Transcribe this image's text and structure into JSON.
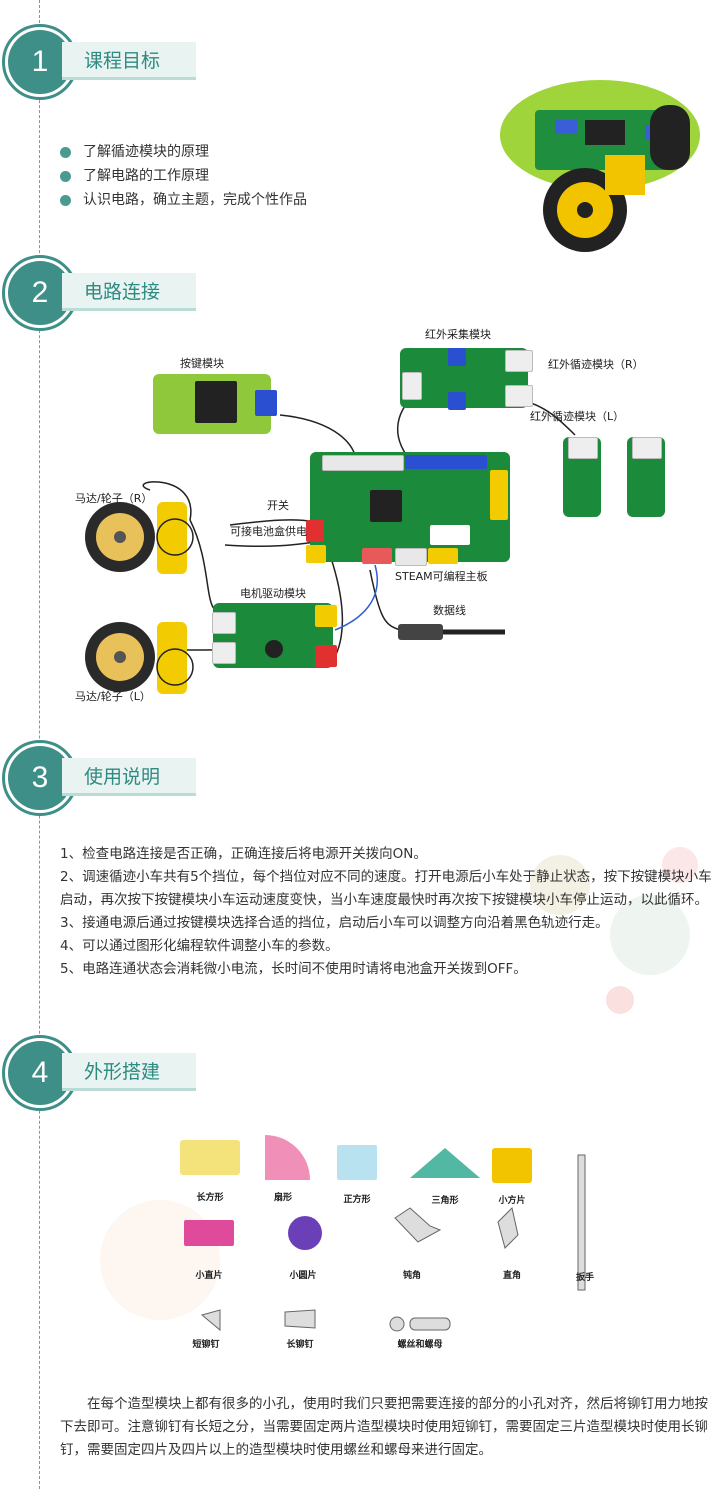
{
  "sections": [
    {
      "number": "1",
      "title": "课程目标"
    },
    {
      "number": "2",
      "title": "电路连接"
    },
    {
      "number": "3",
      "title": "使用说明"
    },
    {
      "number": "4",
      "title": "外形搭建"
    }
  ],
  "goals": [
    "了解循迹模块的原理",
    "了解电路的工作原理",
    "认识电路，确立主题，完成个性作品"
  ],
  "circuit_labels": {
    "ir_module": "红外采集模块",
    "ir_right": "红外循迹模块（R）",
    "ir_left": "红外循迹模块（L）",
    "key_module": "按键模块",
    "motor_right": "马达/轮子（R）",
    "switch": "开关",
    "battery": "可接电池盒供电",
    "mainboard": "STEAM可编程主板",
    "motor_driver": "电机驱动模块",
    "data_cable": "数据线",
    "motor_left": "马达/轮子（L）",
    "key_glyph": "按键模块"
  },
  "instructions": [
    "1、检查电路连接是否正确，正确连接后将电源开关拨向ON。",
    "2、调速循迹小车共有5个挡位，每个挡位对应不同的速度。打开电源后小车处于静止状态，按下按键模块小车启动，再次按下按键模块小车运动速度变快，当小车速度最快时再次按下按键模块小车停止运动，以此循环。",
    "3、接通电源后通过按键模块选择合适的挡位，启动后小车可以调整方向沿着黑色轨迹行走。",
    "4、可以通过图形化编程软件调整小车的参数。",
    "5、电路连通状态会消耗微小电流，长时间不使用时请将电池盒开关拨到OFF。"
  ],
  "shapes": {
    "rect": "长方形",
    "sector": "扇形",
    "square": "正方形",
    "triangle": "三角形",
    "small_square": "小方片",
    "small_strip": "小直片",
    "small_disc": "小圆片",
    "obtuse": "钝角",
    "right": "直角",
    "wrench": "扳手",
    "short_rivet": "短铆钉",
    "long_rivet": "长铆钉",
    "screw_nut": "螺丝和螺母"
  },
  "assembly_text": "在每个造型模块上都有很多的小孔，使用时我们只要把需要连接的部分的小孔对齐，然后将铆钉用力地按下去即可。注意铆钉有长短之分，当需要固定两片造型模块时使用短铆钉，需要固定三片造型模块时使用长铆钉，需要固定四片及四片以上的造型模块时使用螺丝和螺母来进行固定。",
  "colors": {
    "accent": "#3e8f88",
    "tab_bg": "#e9f3f1",
    "pcb": "#1b8a3a"
  }
}
